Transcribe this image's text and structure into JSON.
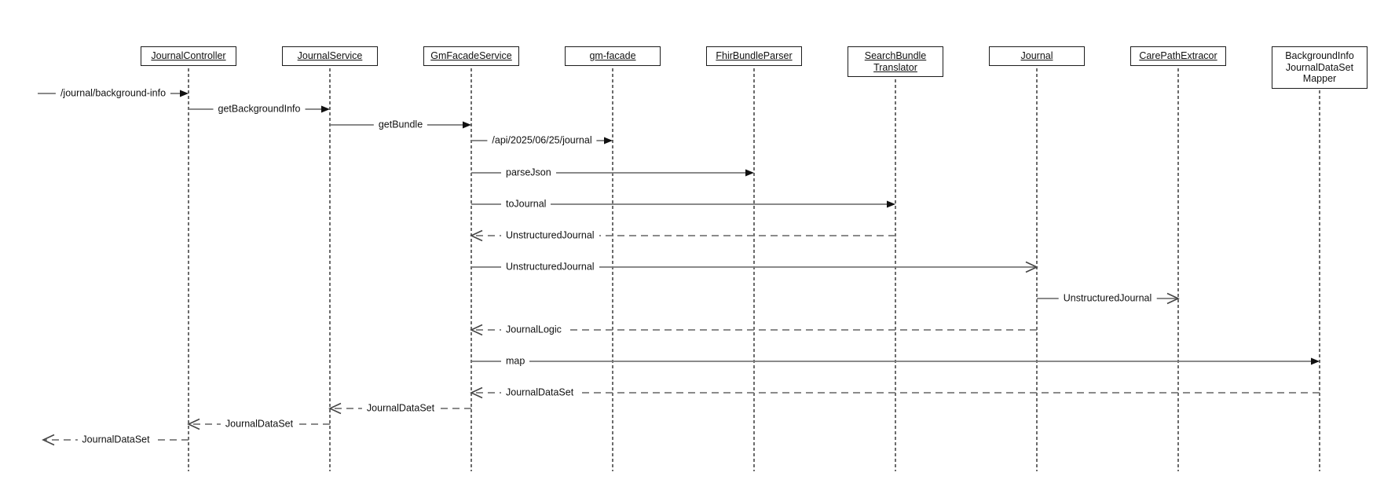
{
  "diagram": {
    "type": "uml-sequence-diagram",
    "colors": {
      "background": "#ffffff",
      "line_gray": "#7a7a7a",
      "lifeline_black": "#1c1c1c",
      "ink": "#111111"
    },
    "participants": [
      {
        "id": "JournalController",
        "lines": [
          "JournalController"
        ],
        "underline": true
      },
      {
        "id": "JournalService",
        "lines": [
          "JournalService"
        ],
        "underline": true
      },
      {
        "id": "GmFacadeService",
        "lines": [
          "GmFacadeService"
        ],
        "underline": true
      },
      {
        "id": "gm-facade",
        "lines": [
          "gm-facade"
        ],
        "underline": true
      },
      {
        "id": "FhirBundleParser",
        "lines": [
          "FhirBundleParser"
        ],
        "underline": true
      },
      {
        "id": "SearchBundleTranslator",
        "lines": [
          "SearchBundle",
          "Translator"
        ],
        "underline": true
      },
      {
        "id": "Journal",
        "lines": [
          "Journal"
        ],
        "underline": true
      },
      {
        "id": "CarePathExtracor",
        "lines": [
          "CarePathExtracor"
        ],
        "underline": true
      },
      {
        "id": "BackgroundInfoJournalDataSetMapper",
        "lines": [
          "BackgroundInfo",
          "JournalDataSet",
          "Mapper"
        ],
        "underline": false
      }
    ],
    "messages": [
      {
        "from": "external",
        "to": "JournalController",
        "label": "/journal/background-info",
        "line": "solid",
        "arrow": "filled"
      },
      {
        "from": "JournalController",
        "to": "JournalService",
        "label": "getBackgroundInfo",
        "line": "solid",
        "arrow": "filled"
      },
      {
        "from": "JournalService",
        "to": "GmFacadeService",
        "label": "getBundle",
        "line": "solid",
        "arrow": "filled"
      },
      {
        "from": "GmFacadeService",
        "to": "gm-facade",
        "label": "/api/2025/06/25/journal",
        "line": "solid",
        "arrow": "filled"
      },
      {
        "from": "GmFacadeService",
        "to": "FhirBundleParser",
        "label": "parseJson",
        "line": "solid",
        "arrow": "filled"
      },
      {
        "from": "GmFacadeService",
        "to": "SearchBundleTranslator",
        "label": "toJournal",
        "line": "solid",
        "arrow": "filled"
      },
      {
        "from": "SearchBundleTranslator",
        "to": "GmFacadeService",
        "label": "UnstructuredJournal",
        "line": "dashed",
        "arrow": "open"
      },
      {
        "from": "GmFacadeService",
        "to": "Journal",
        "label": "UnstructuredJournal",
        "line": "solid",
        "arrow": "open"
      },
      {
        "from": "Journal",
        "to": "CarePathExtracor",
        "label": "UnstructuredJournal",
        "line": "solid",
        "arrow": "open"
      },
      {
        "from": "Journal",
        "to": "GmFacadeService",
        "label": "JournalLogic",
        "line": "dashed",
        "arrow": "open"
      },
      {
        "from": "GmFacadeService",
        "to": "BackgroundInfoJournalDataSetMapper",
        "label": "map",
        "line": "solid",
        "arrow": "filled"
      },
      {
        "from": "BackgroundInfoJournalDataSetMapper",
        "to": "GmFacadeService",
        "label": "JournalDataSet",
        "line": "dashed",
        "arrow": "open"
      },
      {
        "from": "GmFacadeService",
        "to": "JournalService",
        "label": "JournalDataSet",
        "line": "dashed",
        "arrow": "open"
      },
      {
        "from": "JournalService",
        "to": "JournalController",
        "label": "JournalDataSet",
        "line": "dashed",
        "arrow": "open"
      },
      {
        "from": "JournalController",
        "to": "external",
        "label": "JournalDataSet",
        "line": "dashed",
        "arrow": "open"
      }
    ]
  }
}
